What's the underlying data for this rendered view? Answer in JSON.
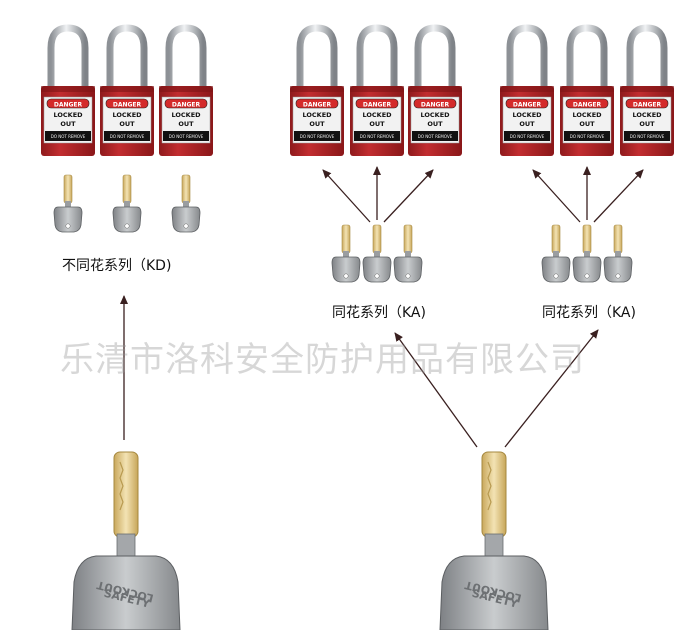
{
  "groups": [
    {
      "label": "不同花系列（KD)"
    },
    {
      "label": "同花系列（KA)"
    },
    {
      "label": "同花系列（KA)"
    }
  ],
  "padlock": {
    "tag_top": "DANGER",
    "tag_line1": "LOCKED",
    "tag_line2": "OUT",
    "tag_bottom": "DO NOT REMOVE"
  },
  "master_key": {
    "text_line1": "SAFETY",
    "text_line2": "LOCKOUT"
  },
  "watermark": "乐清市洛科安全防护用品有限公司",
  "colors": {
    "lock_body": "#b8272a",
    "lock_dark": "#7e1416",
    "shackle": "#c9cdd1",
    "tag": "#f2f2f2",
    "key_metal": "#a9acaf",
    "key_tip": "#e2c98a",
    "arrow": "#3a2020"
  }
}
